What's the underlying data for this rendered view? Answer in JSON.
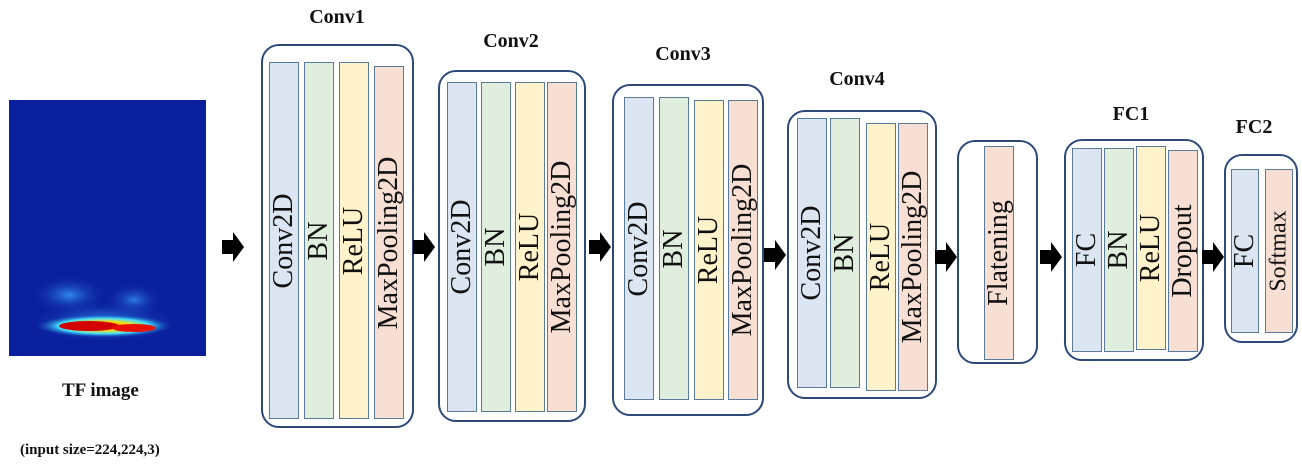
{
  "input": {
    "caption": "TF image",
    "size_note": "(input size=224,224,3)"
  },
  "blocks": [
    {
      "title": "Conv1",
      "layers": [
        "Conv2D",
        "BN",
        "ReLU",
        "MaxPooling2D"
      ]
    },
    {
      "title": "Conv2",
      "layers": [
        "Conv2D",
        "BN",
        "ReLU",
        "MaxPooling2D"
      ]
    },
    {
      "title": "Conv3",
      "layers": [
        "Conv2D",
        "BN",
        "ReLU",
        "MaxPooling2D"
      ]
    },
    {
      "title": "Conv4",
      "layers": [
        "Conv2D",
        "BN",
        "ReLU",
        "MaxPooling2D"
      ]
    },
    {
      "title": "",
      "layers": [
        "Flatening"
      ]
    },
    {
      "title": "FC1",
      "layers": [
        "FC",
        "BN",
        "ReLU",
        "Dropout"
      ]
    },
    {
      "title": "FC2",
      "layers": [
        "FC",
        "Softmax"
      ]
    }
  ],
  "colors": {
    "conv2d": "#dce6f2",
    "bn": "#dfeedd",
    "relu": "#fff3cc",
    "pool": "#f7dfd3",
    "border": "#2d4a7a",
    "arrow": "#000000"
  }
}
